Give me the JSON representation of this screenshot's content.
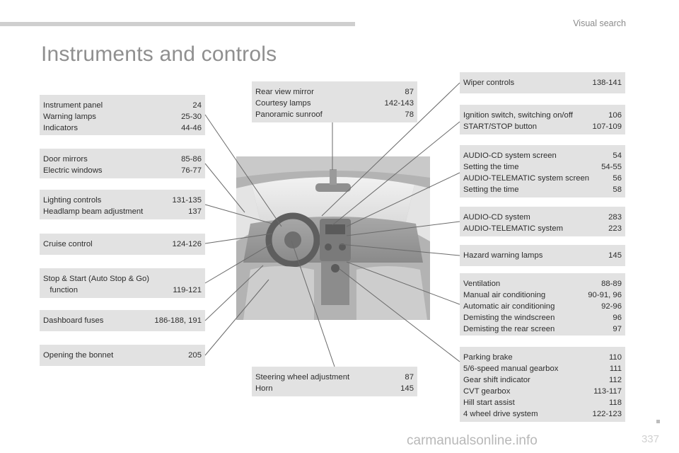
{
  "header": {
    "section": "Visual search",
    "title": "Instruments and controls"
  },
  "left": [
    {
      "rows": [
        {
          "l": "Instrument panel",
          "p": "24"
        },
        {
          "l": "Warning lamps",
          "p": "25-30"
        },
        {
          "l": "Indicators",
          "p": "44-46"
        }
      ]
    },
    {
      "rows": [
        {
          "l": "Door mirrors",
          "p": "85-86"
        },
        {
          "l": "Electric windows",
          "p": "76-77"
        }
      ]
    },
    {
      "rows": [
        {
          "l": "Lighting controls",
          "p": "131-135"
        },
        {
          "l": "Headlamp beam adjustment",
          "p": "137"
        }
      ]
    },
    {
      "rows": [
        {
          "l": "Cruise control",
          "p": "124-126"
        }
      ]
    },
    {
      "rows": [
        {
          "l": "Stop & Start (Auto Stop & Go)",
          "p": ""
        },
        {
          "l": "   function",
          "p": "119-121"
        }
      ]
    },
    {
      "rows": [
        {
          "l": "Dashboard fuses",
          "p": "186-188, 191"
        }
      ]
    },
    {
      "rows": [
        {
          "l": "Opening the bonnet",
          "p": "205"
        }
      ]
    }
  ],
  "center": [
    {
      "rows": [
        {
          "l": "Rear view mirror",
          "p": "87"
        },
        {
          "l": "Courtesy lamps",
          "p": "142-143"
        },
        {
          "l": "Panoramic sunroof",
          "p": "78"
        }
      ]
    },
    {
      "rows": [
        {
          "l": "Steering wheel adjustment",
          "p": "87"
        },
        {
          "l": "Horn",
          "p": "145"
        }
      ]
    }
  ],
  "right": [
    {
      "rows": [
        {
          "l": "Wiper controls",
          "p": "138-141"
        }
      ]
    },
    {
      "rows": [
        {
          "l": "Ignition switch, switching on/off",
          "p": "106"
        },
        {
          "l": "START/STOP button",
          "p": "107-109"
        }
      ]
    },
    {
      "rows": [
        {
          "l": "AUDIO-CD system screen",
          "p": "54"
        },
        {
          "l": "Setting the time",
          "p": "54-55"
        },
        {
          "l": "AUDIO-TELEMATIC system screen",
          "p": "56"
        },
        {
          "l": "Setting the time",
          "p": "58"
        }
      ]
    },
    {
      "rows": [
        {
          "l": "AUDIO-CD system",
          "p": "283"
        },
        {
          "l": "AUDIO-TELEMATIC system",
          "p": "223"
        }
      ]
    },
    {
      "rows": [
        {
          "l": "Hazard warning lamps",
          "p": "145"
        }
      ]
    },
    {
      "rows": [
        {
          "l": "Ventilation",
          "p": "88-89"
        },
        {
          "l": "Manual air conditioning",
          "p": "90-91, 96"
        },
        {
          "l": "Automatic air conditioning",
          "p": "92-96"
        },
        {
          "l": "Demisting the windscreen",
          "p": "96"
        },
        {
          "l": "Demisting the rear screen",
          "p": "97"
        }
      ]
    },
    {
      "rows": [
        {
          "l": "Parking brake",
          "p": "110"
        },
        {
          "l": "5/6-speed manual gearbox",
          "p": "111"
        },
        {
          "l": "Gear shift indicator",
          "p": "112"
        },
        {
          "l": "CVT gearbox",
          "p": "113-117"
        },
        {
          "l": "Hill start assist",
          "p": "118"
        },
        {
          "l": "4 wheel drive system",
          "p": "122-123"
        }
      ]
    }
  ],
  "footer": {
    "watermark": "carmanualsonline.info",
    "page": "337"
  }
}
